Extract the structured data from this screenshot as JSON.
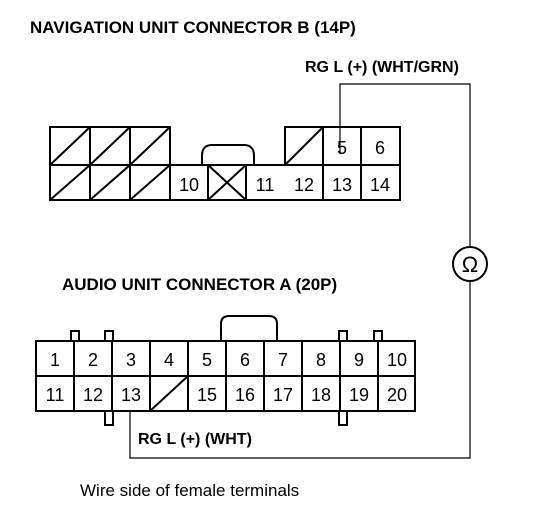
{
  "nav": {
    "title": "NAVIGATION UNIT CONNECTOR B (14P)",
    "wire_label": "RG L (+) (WHT/GRN)",
    "pins": [
      "5",
      "6",
      "10",
      "11",
      "12",
      "13",
      "14"
    ]
  },
  "audio": {
    "title": "AUDIO UNIT CONNECTOR A (20P)",
    "wire_label": "RG L (+) (WHT)",
    "top_pins": [
      "1",
      "2",
      "3",
      "4",
      "5",
      "6",
      "7",
      "8",
      "9",
      "10"
    ],
    "bottom_pins": [
      "11",
      "12",
      "13",
      "",
      "15",
      "16",
      "17",
      "18",
      "19",
      "20"
    ]
  },
  "meter": {
    "symbol": "Ω"
  },
  "footer": "Wire side of female terminals"
}
